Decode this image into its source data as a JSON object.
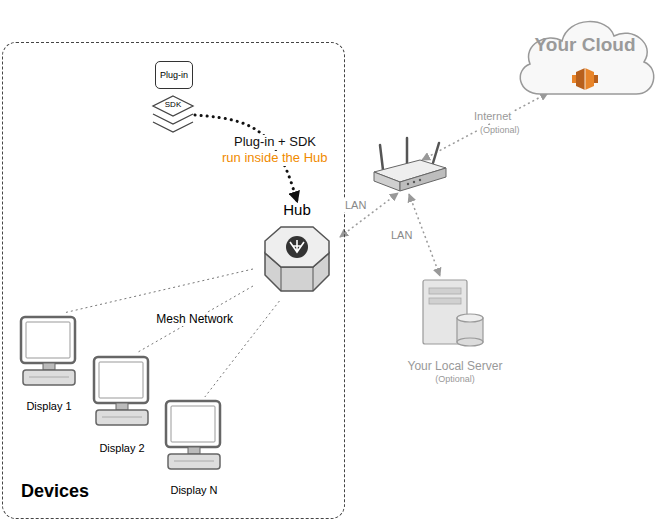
{
  "diagram": {
    "nodes": [
      {
        "text": [
          "Devices"
        ]
      },
      {
        "text": [
          "Plug-in"
        ],
        "in": 0
      },
      {
        "text": [
          "SDK"
        ],
        "in": 0
      },
      {
        "text": [
          "Hub"
        ],
        "in": 0
      },
      {
        "text": [
          "Display 1"
        ],
        "in": 0
      },
      {
        "text": [
          "Display 2"
        ],
        "in": 0
      },
      {
        "text": [
          "Display N"
        ],
        "in": 0
      },
      {
        "text": [
          "Your Cloud"
        ]
      },
      {
        "text": [
          "Your Local Server",
          "(Optional)"
        ]
      }
    ],
    "edges": [
      {
        "from": 2,
        "to": 3,
        "arrow": "to"
      },
      {
        "from": 3,
        "to": 4,
        "arrow": "none"
      },
      {
        "from": 3,
        "to": 5,
        "arrow": "none",
        "label": "Mesh Network"
      },
      {
        "from": 3,
        "to": 6,
        "arrow": "none"
      }
    ],
    "labels": [
      "Plug-in + SDK",
      "run inside the Hub",
      "LAN",
      "Internet",
      "(Optional)",
      "LAN"
    ]
  }
}
